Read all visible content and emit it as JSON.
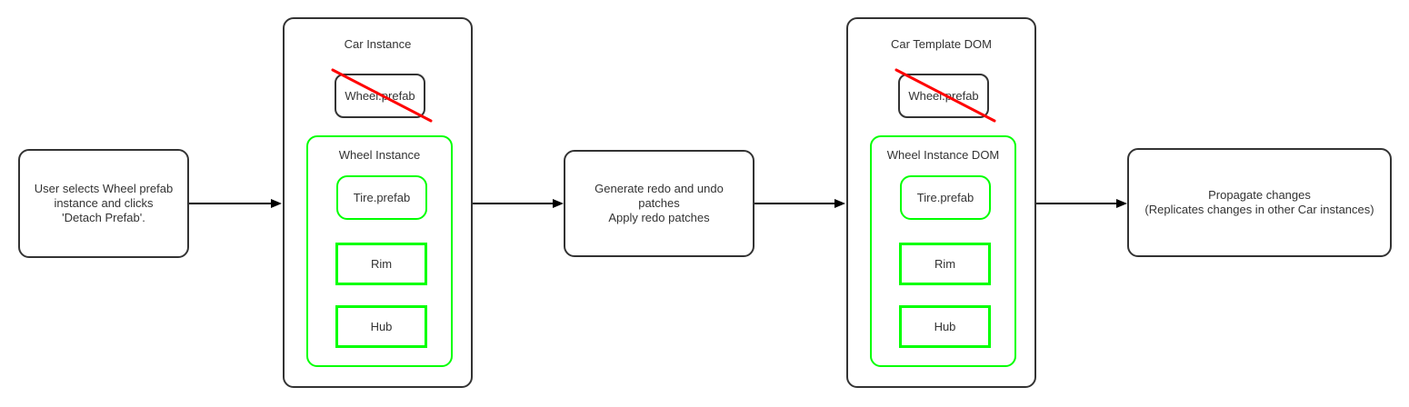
{
  "colors": {
    "stroke": "#333333",
    "arrow": "#000000",
    "highlight_green": "#00ff00",
    "cross_red": "#ff0000",
    "background": "#ffffff"
  },
  "steps": {
    "select": {
      "text": "User selects Wheel prefab instance and clicks 'Detach Prefab'."
    },
    "patches": {
      "text": "Generate redo and undo patches\nApply redo patches"
    },
    "propagate": {
      "text": "Propagate changes\n(Replicates changes in other Car instances)"
    }
  },
  "cars": [
    {
      "title": "Car Instance",
      "prefab": "Wheel.prefab",
      "instance": {
        "title": "Wheel Instance",
        "children": [
          "Tire.prefab",
          "Rim",
          "Hub"
        ]
      }
    },
    {
      "title": "Car Template DOM",
      "prefab": "Wheel.prefab",
      "instance": {
        "title": "Wheel Instance DOM",
        "children": [
          "Tire.prefab",
          "Rim",
          "Hub"
        ]
      }
    }
  ]
}
